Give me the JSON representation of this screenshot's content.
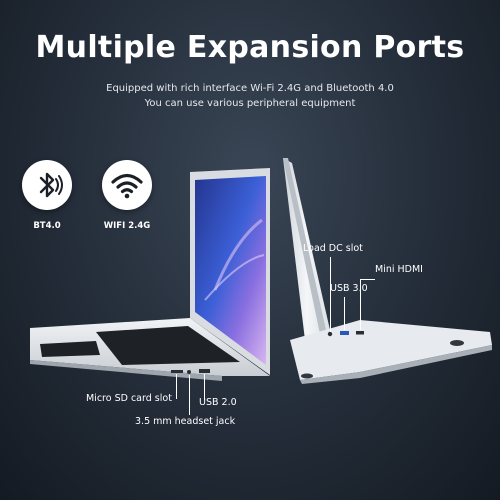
{
  "title": "Multiple Expansion Ports",
  "subtitle_line1": "Equipped with rich interface Wi-Fi 2.4G and Bluetooth 4.0",
  "subtitle_line2": "You can use various peripheral equipment",
  "badges": [
    {
      "icon": "bluetooth-icon",
      "label": "BT4.0"
    },
    {
      "icon": "wifi-icon",
      "label": "WIFI 2.4G"
    }
  ],
  "ports_left": {
    "micro_sd": "Micro SD card slot",
    "usb_20": "USB 2.0",
    "headset": "3.5 mm headset jack"
  },
  "ports_right": {
    "dc": "Load DC slot",
    "usb_30": "USB 3.0",
    "hdmi": "Mini HDMI"
  },
  "colors": {
    "background": "#232c38",
    "laptop_body": "#e9ecf0",
    "screen_accent": "#3b5fd6"
  }
}
